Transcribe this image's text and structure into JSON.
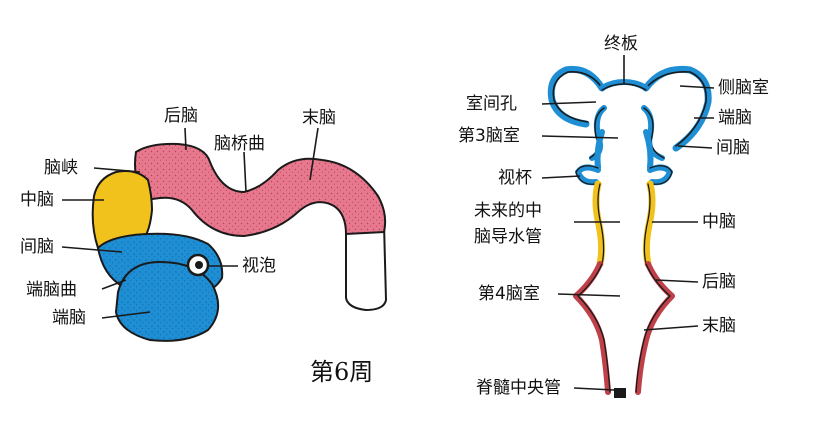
{
  "left_diagram": {
    "labels": {
      "hindbrain": "后脑",
      "pontine_flexure": "脑桥曲",
      "myelencephalon": "末脑",
      "isthmus": "脑峡",
      "midbrain": "中脑",
      "diencephalon": "间脑",
      "optic_vesicle": "视泡",
      "telencephalic_flexure": "端脑曲",
      "telencephalon": "端脑"
    },
    "caption": "第6周"
  },
  "right_diagram": {
    "labels": {
      "lamina_terminalis": "终板",
      "lateral_ventricle": "侧脑室",
      "interventricular_foramen": "室间孔",
      "telencephalon": "端脑",
      "third_ventricle": "第3脑室",
      "diencephalon": "间脑",
      "optic_cup": "视杯",
      "future_aqueduct_line1": "未来的中",
      "future_aqueduct_line2": "脑导水管",
      "midbrain": "中脑",
      "hindbrain": "后脑",
      "fourth_ventricle": "第4脑室",
      "myelencephalon": "末脑",
      "central_canal": "脊髓中央管"
    }
  },
  "colors": {
    "pink": "#e8788e",
    "yellow": "#f2c21c",
    "blue": "#1e8fd4",
    "red": "#c0404a",
    "outline": "#1a1a1a"
  }
}
